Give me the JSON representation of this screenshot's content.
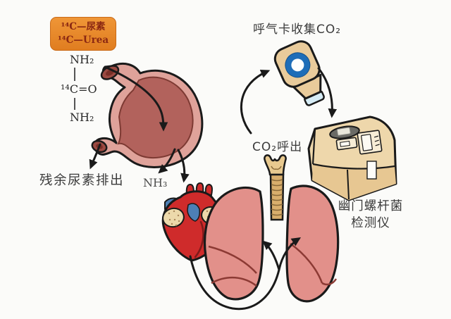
{
  "urea_box": {
    "line1": "¹⁴C—尿素",
    "line2": "¹⁴C—Urea",
    "bg_color": "#e8862c",
    "text_color": "#8b2812"
  },
  "structure": {
    "top": "NH₂",
    "center": "¹⁴C=O",
    "bottom": "NH₂"
  },
  "labels": {
    "residual_urea": "残余尿素排出",
    "ammonia": "NH₃",
    "co2_exhaled": "CO₂呼出",
    "breath_card_collect": "呼气卡收集CO₂",
    "analyzer_line1": "幽门螺杆菌",
    "analyzer_line2": "检测仪"
  },
  "illustrations": {
    "stomach": "stomach-cutaway-icon",
    "heart": "heart-icon",
    "lungs": "lungs-icon",
    "trachea": "trachea-larynx-icon",
    "breath_card": "breath-collection-card-icon",
    "analyzer": "hp-detector-machine-icon"
  },
  "colors": {
    "background": "#fbfbf9",
    "arrow": "#1a1a1a",
    "stomach_outer": "#dfa29a",
    "stomach_inner": "#b2625c",
    "stomach_cut": "#9c4a42",
    "heart_red": "#cf2b2b",
    "vessel_blue": "#4d7fb5",
    "atrium_tan": "#ecd9ab",
    "lung_pink": "#e2908a",
    "lung_fissure": "#8c3a34",
    "trachea_tan": "#d9ae6c",
    "card_tan": "#e9cb9b",
    "ring_blue": "#1e6db8",
    "mouthpiece_blue": "#d6ecf5",
    "analyzer_tan": "#eed7ab",
    "analyzer_front": "#e7c792",
    "label_text": "#3b3b3b"
  }
}
